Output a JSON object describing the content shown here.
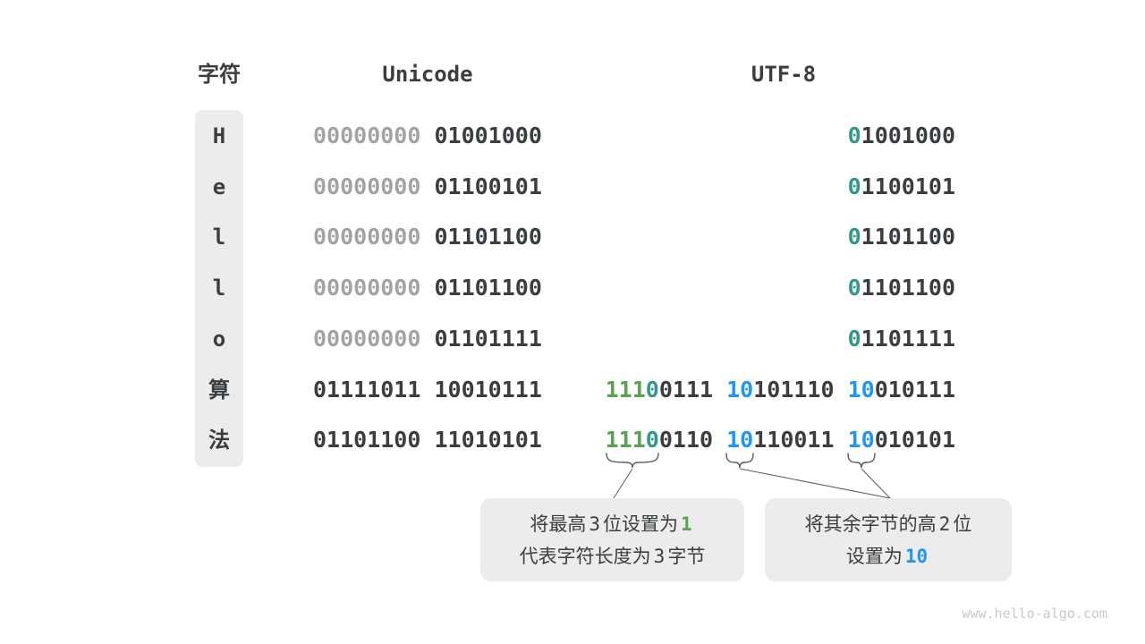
{
  "header": {
    "char": "字符",
    "unicode": "Unicode",
    "utf8": "UTF-8"
  },
  "colors": {
    "dark": "#3A3E41",
    "gray": "#A3A3A3",
    "green": "#56A351",
    "teal": "#2F9A8B",
    "blue": "#2196F3",
    "box_bg": "#ECECEC",
    "line": "#5A5A5A",
    "watermark": "#C9C9C9"
  },
  "rows": [
    {
      "char": "H",
      "charFont": "mono",
      "unicode": [
        {
          "t": "00000000",
          "c": "gray"
        },
        {
          "t": " 01001000",
          "c": "dark"
        }
      ],
      "utf8": [
        {
          "t": "0",
          "c": "teal"
        },
        {
          "t": "1001000",
          "c": "dark"
        }
      ]
    },
    {
      "char": "e",
      "charFont": "mono",
      "unicode": [
        {
          "t": "00000000",
          "c": "gray"
        },
        {
          "t": " 01100101",
          "c": "dark"
        }
      ],
      "utf8": [
        {
          "t": "0",
          "c": "teal"
        },
        {
          "t": "1100101",
          "c": "dark"
        }
      ]
    },
    {
      "char": "l",
      "charFont": "mono",
      "unicode": [
        {
          "t": "00000000",
          "c": "gray"
        },
        {
          "t": " 01101100",
          "c": "dark"
        }
      ],
      "utf8": [
        {
          "t": "0",
          "c": "teal"
        },
        {
          "t": "1101100",
          "c": "dark"
        }
      ]
    },
    {
      "char": "l",
      "charFont": "mono",
      "unicode": [
        {
          "t": "00000000",
          "c": "gray"
        },
        {
          "t": " 01101100",
          "c": "dark"
        }
      ],
      "utf8": [
        {
          "t": "0",
          "c": "teal"
        },
        {
          "t": "1101100",
          "c": "dark"
        }
      ]
    },
    {
      "char": "o",
      "charFont": "mono",
      "unicode": [
        {
          "t": "00000000",
          "c": "gray"
        },
        {
          "t": " 01101111",
          "c": "dark"
        }
      ],
      "utf8": [
        {
          "t": "0",
          "c": "teal"
        },
        {
          "t": "1101111",
          "c": "dark"
        }
      ]
    },
    {
      "char": "算",
      "charFont": "sans",
      "unicode": [
        {
          "t": "01111011 10010111",
          "c": "dark"
        }
      ],
      "utf8": [
        {
          "t": "111",
          "c": "green"
        },
        {
          "t": "0",
          "c": "teal"
        },
        {
          "t": "0111 ",
          "c": "dark"
        },
        {
          "t": "10",
          "c": "blue"
        },
        {
          "t": "101110 ",
          "c": "dark"
        },
        {
          "t": "10",
          "c": "blue"
        },
        {
          "t": "010111",
          "c": "dark"
        }
      ]
    },
    {
      "char": "法",
      "charFont": "sans",
      "unicode": [
        {
          "t": "01101100 11010101",
          "c": "dark"
        }
      ],
      "utf8": [
        {
          "t": "111",
          "c": "green"
        },
        {
          "t": "0",
          "c": "teal"
        },
        {
          "t": "0110 ",
          "c": "dark"
        },
        {
          "t": "10",
          "c": "blue"
        },
        {
          "t": "110011 ",
          "c": "dark"
        },
        {
          "t": "10",
          "c": "blue"
        },
        {
          "t": "010101",
          "c": "dark"
        }
      ]
    }
  ],
  "callouts": [
    {
      "name": "leading-byte-note",
      "lines": [
        [
          {
            "t": "将最高"
          },
          {
            "t": "3",
            "c": "num"
          },
          {
            "t": "位设置为"
          },
          {
            "t": "1",
            "c": "green-num"
          }
        ],
        [
          {
            "t": "代表字符长度为"
          },
          {
            "t": "3",
            "c": "num"
          },
          {
            "t": "字节"
          }
        ]
      ]
    },
    {
      "name": "continuation-byte-note",
      "lines": [
        [
          {
            "t": "将其余字节的高"
          },
          {
            "t": "2",
            "c": "num"
          },
          {
            "t": "位"
          }
        ],
        [
          {
            "t": "设置为"
          },
          {
            "t": "10",
            "c": "blue-num"
          }
        ]
      ]
    }
  ],
  "watermark": "www.hello-algo.com"
}
